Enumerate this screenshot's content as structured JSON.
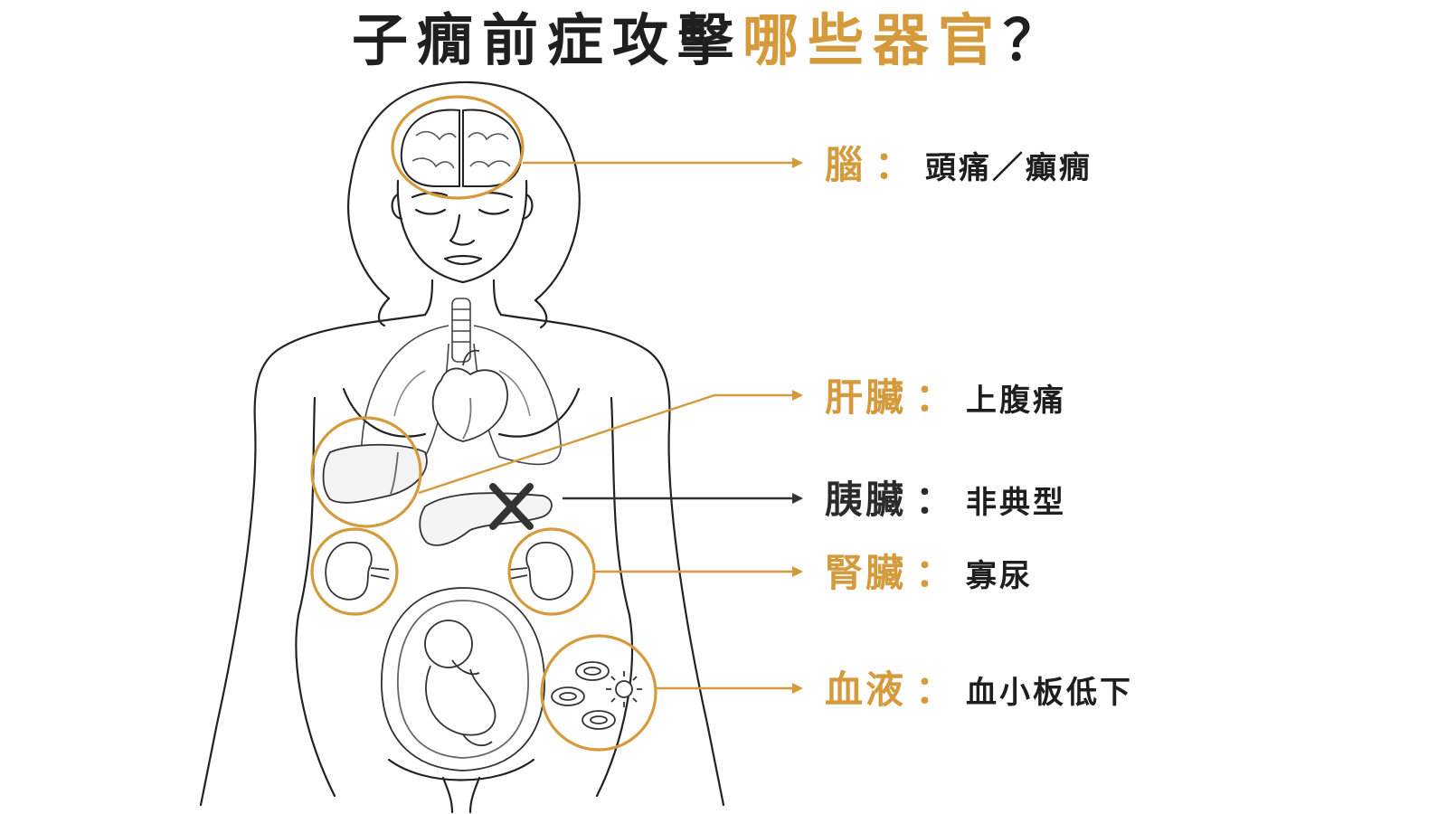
{
  "title": {
    "part1": "子癇前症攻擊",
    "highlight": "哪些器官",
    "end": "？"
  },
  "colors": {
    "accent": "#d49a3c",
    "text": "#1f1f1f",
    "line": "#222222",
    "cross": "#333333"
  },
  "organs": [
    {
      "organ": "腦",
      "colon": "：",
      "symptom": "頭痛／癲癇",
      "color": "gold"
    },
    {
      "organ": "肝臟",
      "colon": "：",
      "symptom": "上腹痛",
      "color": "gold"
    },
    {
      "organ": "胰臟",
      "colon": "：",
      "symptom": "非典型",
      "color": "dark"
    },
    {
      "organ": "腎臟",
      "colon": "：",
      "symptom": "寡尿",
      "color": "gold"
    },
    {
      "organ": "血液",
      "colon": "：",
      "symptom": "血小板低下",
      "color": "gold"
    }
  ],
  "icons": {
    "brain": "brain-icon",
    "heart": "heart-icon",
    "lungs": "lungs-icon",
    "liver": "liver-icon",
    "pancreas": "pancreas-icon",
    "kidney": "kidney-icon",
    "fetus": "fetus-icon",
    "blood": "blood-cells-icon",
    "cross": "cross-mark-icon"
  }
}
